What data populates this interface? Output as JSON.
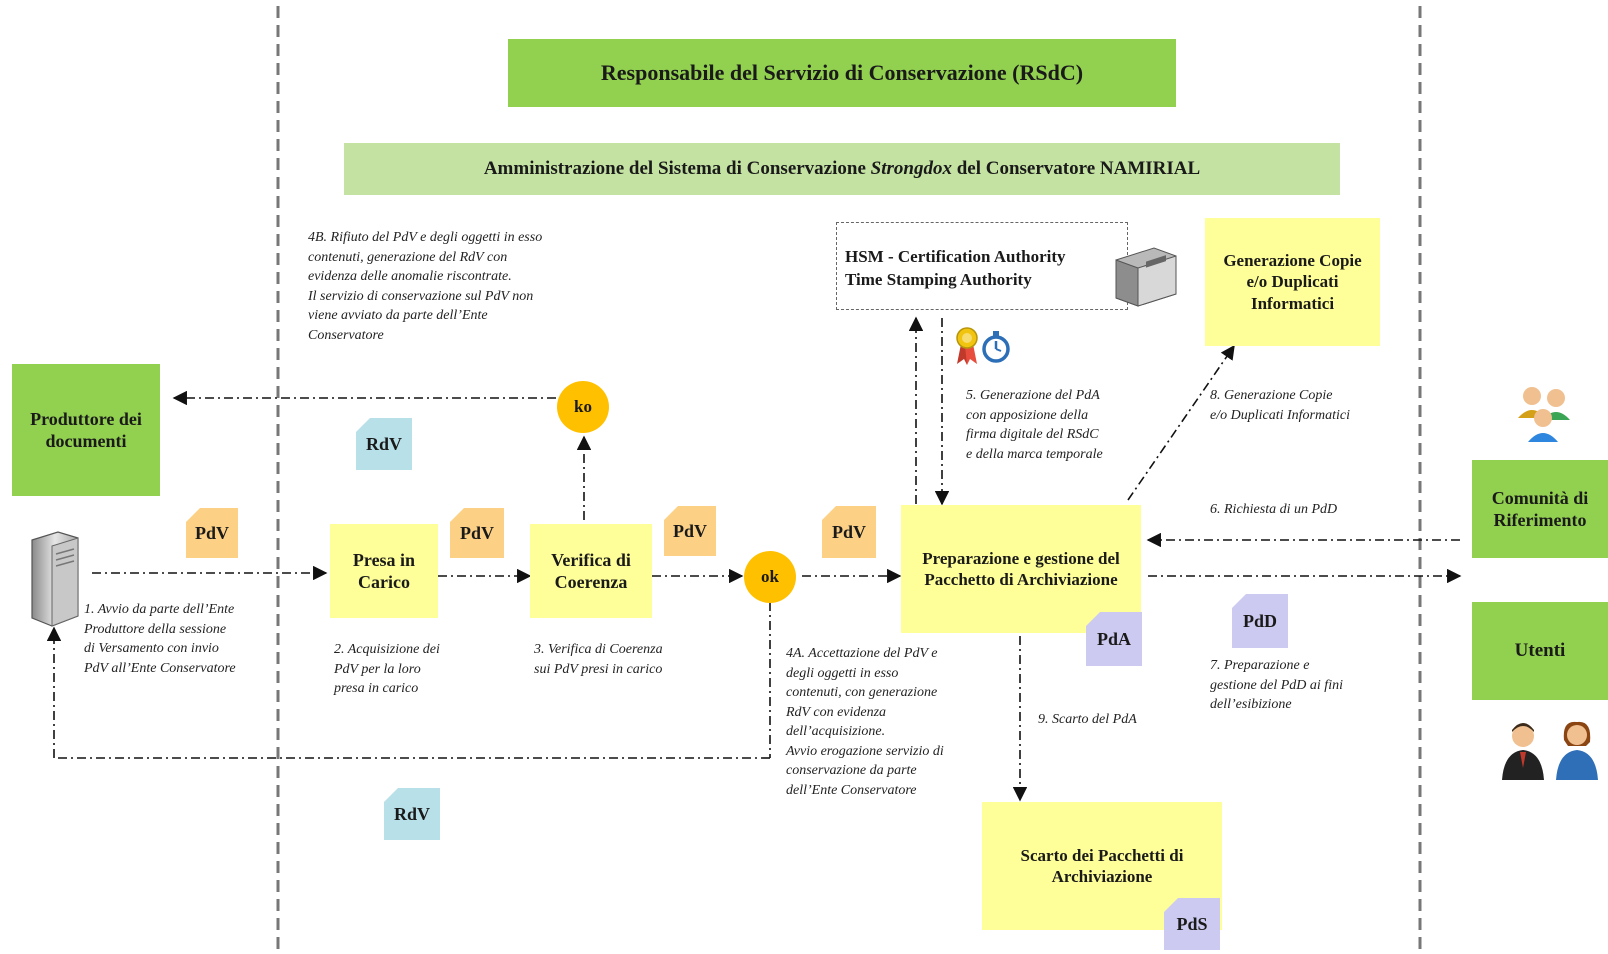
{
  "header": {
    "rsdc": "Responsabile del Servizio di Conservazione (RSdC)",
    "admin_pre": "Amministrazione del  Sistema di Conservazione ",
    "admin_em": "Strongdox",
    "admin_post": " del Conservatore NAMIRIAL"
  },
  "boxes": {
    "produttore": "Produttore dei documenti",
    "presa": "Presa in Carico",
    "verifica": "Verifica di Coerenza",
    "preparazione": "Preparazione e gestione del Pacchetto di Archiviazione",
    "hsm_line1": "HSM  - Certification Authority",
    "hsm_line2": "Time Stamping Authority",
    "generazione": "Generazione Copie e/o Duplicati Informatici",
    "scarto": "Scarto dei Pacchetti di Archiviazione",
    "comunita": "Comunità di Riferimento",
    "utenti": "Utenti"
  },
  "circles": {
    "ko": "ko",
    "ok": "ok"
  },
  "docs": {
    "pdv": "PdV",
    "rdv": "RdV",
    "pda": "PdA",
    "pdd": "PdD",
    "pds": "PdS"
  },
  "notes": {
    "n1": "1.  Avvio da parte dell’Ente\nProduttore della sessione\ndi  Versamento con invio\nPdV all’Ente Conservatore",
    "n2": "2.  Acquisizione dei\nPdV  per  la  loro\npresa in carico",
    "n3": "3.   Verifica   di   Coerenza\nsui PdV presi in carico",
    "n4a": "4A.  Accettazione del PdV e\ndegli oggetti in esso\ncontenuti, con generazione\nRdV con evidenza\ndell’acquisizione.\nAvvio erogazione servizio di\nconservazione da parte\ndell’Ente Conservatore",
    "n4b": "4B.  Rifiuto del PdV e degli  oggetti in esso\ncontenuti, generazione del RdV con\nevidenza delle anomalie riscontrate.\nIl servizio di conservazione  sul PdV non\nviene avviato da parte dell’Ente\nConservatore",
    "n5": "5. Generazione del PdA\ncon apposizione della\nfirma digitale del RSdC\ne della marca temporale",
    "n6": "6.  Richiesta di un PdD",
    "n7": "7. Preparazione e\ngestione del PdD ai fini\ndell’esibizione",
    "n8": "8. Generazione Copie\ne/o Duplicati Informatici",
    "n9": "9. Scarto del PdA"
  },
  "icons": [
    "server-icon",
    "hsm-device-icon",
    "ribbon-icon",
    "stopwatch-icon",
    "users-group-icon",
    "businessman-icon",
    "businesswoman-icon"
  ],
  "colors": {
    "green": "#92d050",
    "light_green": "#c4e3a3",
    "yellow": "#ffff99",
    "orange_circle": "#ffc000",
    "pdv": "#fcd185",
    "rdv": "#b8e0e8",
    "pda": "#cccaf0"
  }
}
